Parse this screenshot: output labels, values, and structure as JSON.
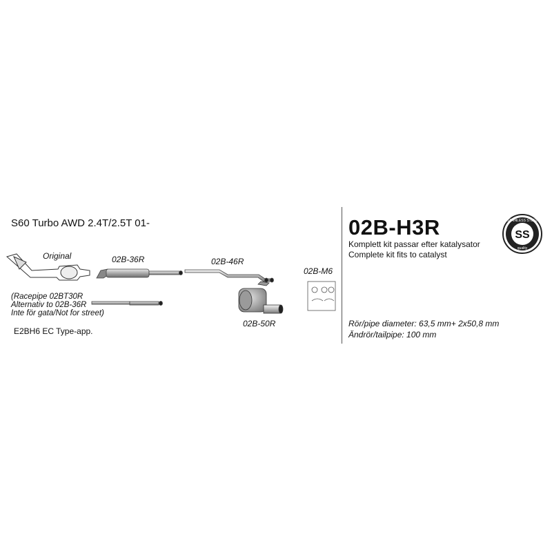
{
  "header": {
    "model": "S60 Turbo AWD  2.4T/2.5T   01-",
    "kit_code": "02B-H3R"
  },
  "kit_info": {
    "line_sv": "Komplett kit passar efter katalysator",
    "line_en": "Complete kit fits to catalyst",
    "pipe_diameter": "Rör/pipe diameter: 63,5 mm+ 2x50,8 mm",
    "tailpipe": "Ändrör/tailpipe: 100 mm"
  },
  "parts": {
    "original": "Original",
    "p36": "02B-36R",
    "p46": "02B-46R",
    "m6": "02B-M6",
    "p50": "02B-50R"
  },
  "note": {
    "line1": "(Racepipe 02BT30R",
    "line2": "Alternativ to 02B-36R",
    "line3": "Inte för gata/Not for street)"
  },
  "approval": "E2BH6  EC Type-app.",
  "badge": {
    "letters": "SS",
    "ring_top": "STAINLESS STEEL",
    "ring_bottom": "quality"
  }
}
